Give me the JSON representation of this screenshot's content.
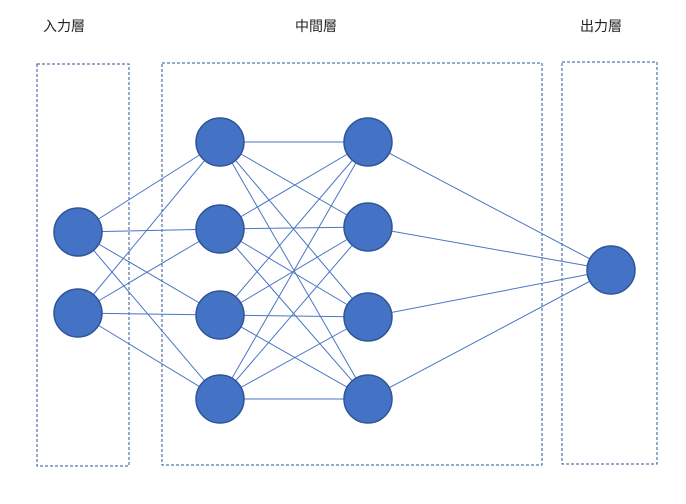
{
  "labels": {
    "input_layer": "入力層",
    "hidden_layer": "中間層",
    "output_layer": "出力層"
  },
  "network": {
    "layer_sizes": [
      2,
      4,
      4,
      1
    ],
    "fully_connected": true
  },
  "colors": {
    "node_fill": "#4472c4",
    "node_stroke": "#2f5597",
    "edge": "#4a76c4",
    "box_border": "#2f5597"
  }
}
